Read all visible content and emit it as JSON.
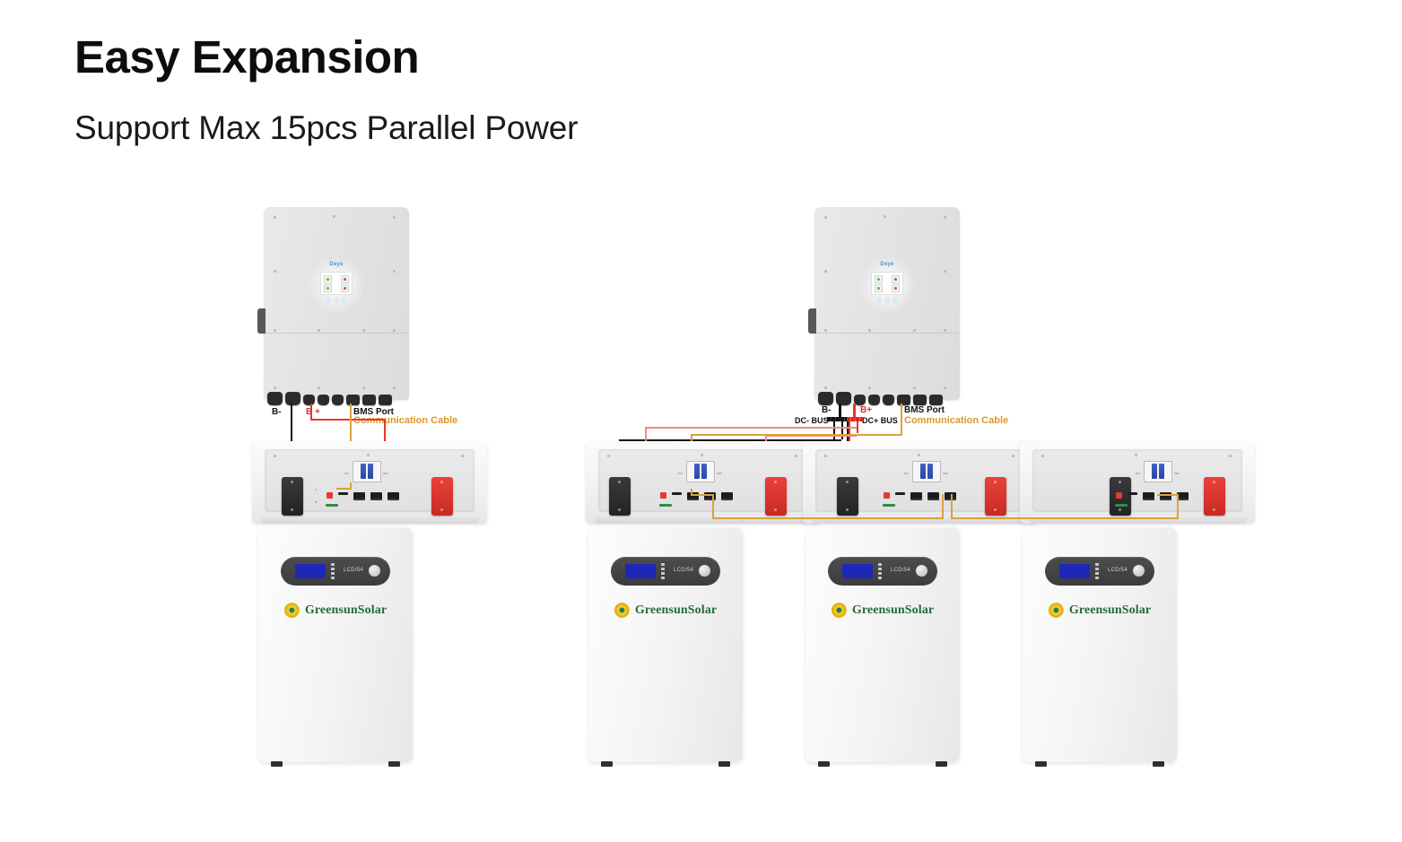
{
  "page": {
    "title": "Easy Expansion",
    "subtitle": "Support Max 15pcs Parallel Power",
    "background_color": "#ffffff"
  },
  "colors": {
    "negative_cable": "#141414",
    "positive_cable": "#e8362b",
    "communication_cable": "#dba23a",
    "brand_green": "#246b34",
    "brand_gold": "#f4c521",
    "inverter_body": "#e3e3e4",
    "battery_body": "#f3f3f4",
    "lcd_blue": "#1e27b8",
    "breaker_blue": "#2c46a0"
  },
  "diagrams": [
    {
      "id": "single-unit",
      "name": "Single Battery Configuration",
      "inverter": {
        "brand": "Deye",
        "connector_count": 8
      },
      "labels": [
        {
          "text": "B-",
          "color": "black"
        },
        {
          "text": "B  +",
          "color": "red"
        },
        {
          "text": "BMS Port",
          "color": "black"
        },
        {
          "text": "Communication Cable",
          "color": "orange"
        }
      ],
      "batteries": [
        {
          "logo": "GreensunSolar",
          "panel_text": "LCD/54"
        }
      ]
    },
    {
      "id": "parallel-units",
      "name": "Three Battery Parallel Configuration",
      "inverter": {
        "brand": "Deye",
        "connector_count": 8
      },
      "labels": [
        {
          "text": "B-",
          "color": "black"
        },
        {
          "text": "B+",
          "color": "red"
        },
        {
          "text": "DC- BUS",
          "color": "black"
        },
        {
          "text": "DC+ BUS",
          "color": "black"
        },
        {
          "text": "BMS Port",
          "color": "black"
        },
        {
          "text": "Communication Cable",
          "color": "orange"
        }
      ],
      "batteries": [
        {
          "logo": "GreensunSolar",
          "panel_text": "LCD/54"
        },
        {
          "logo": "GreensunSolar",
          "panel_text": "LCD/54"
        },
        {
          "logo": "GreensunSolar",
          "panel_text": "LCD/54"
        }
      ]
    }
  ]
}
